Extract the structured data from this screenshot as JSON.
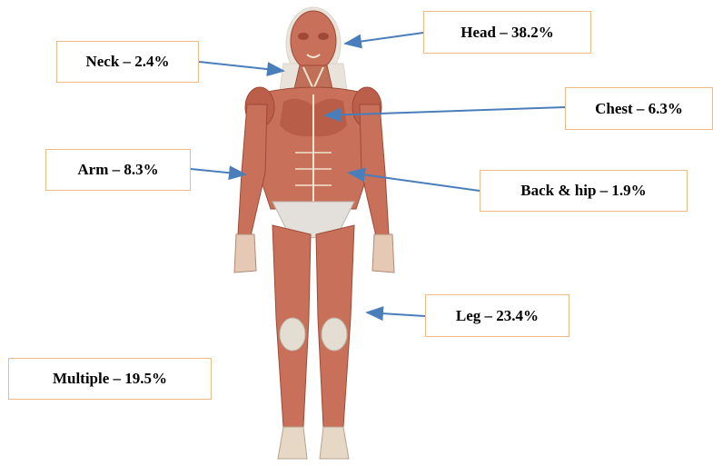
{
  "colors": {
    "arrow": "#4a7ebb",
    "label_border": "#f0b987",
    "muscle": "#c8705a",
    "muscle_dark": "#9e4a36",
    "tendon": "#efe6cf",
    "silhouette": "#e9e4db"
  },
  "labels": {
    "head": "Head – 38.2%",
    "neck": "Neck – 2.4%",
    "chest": "Chest – 6.3%",
    "arm": "Arm – 8.3%",
    "back_hip": "Back & hip – 1.9%",
    "leg": "Leg – 23.4%",
    "multiple": "Multiple – 19.5%"
  }
}
